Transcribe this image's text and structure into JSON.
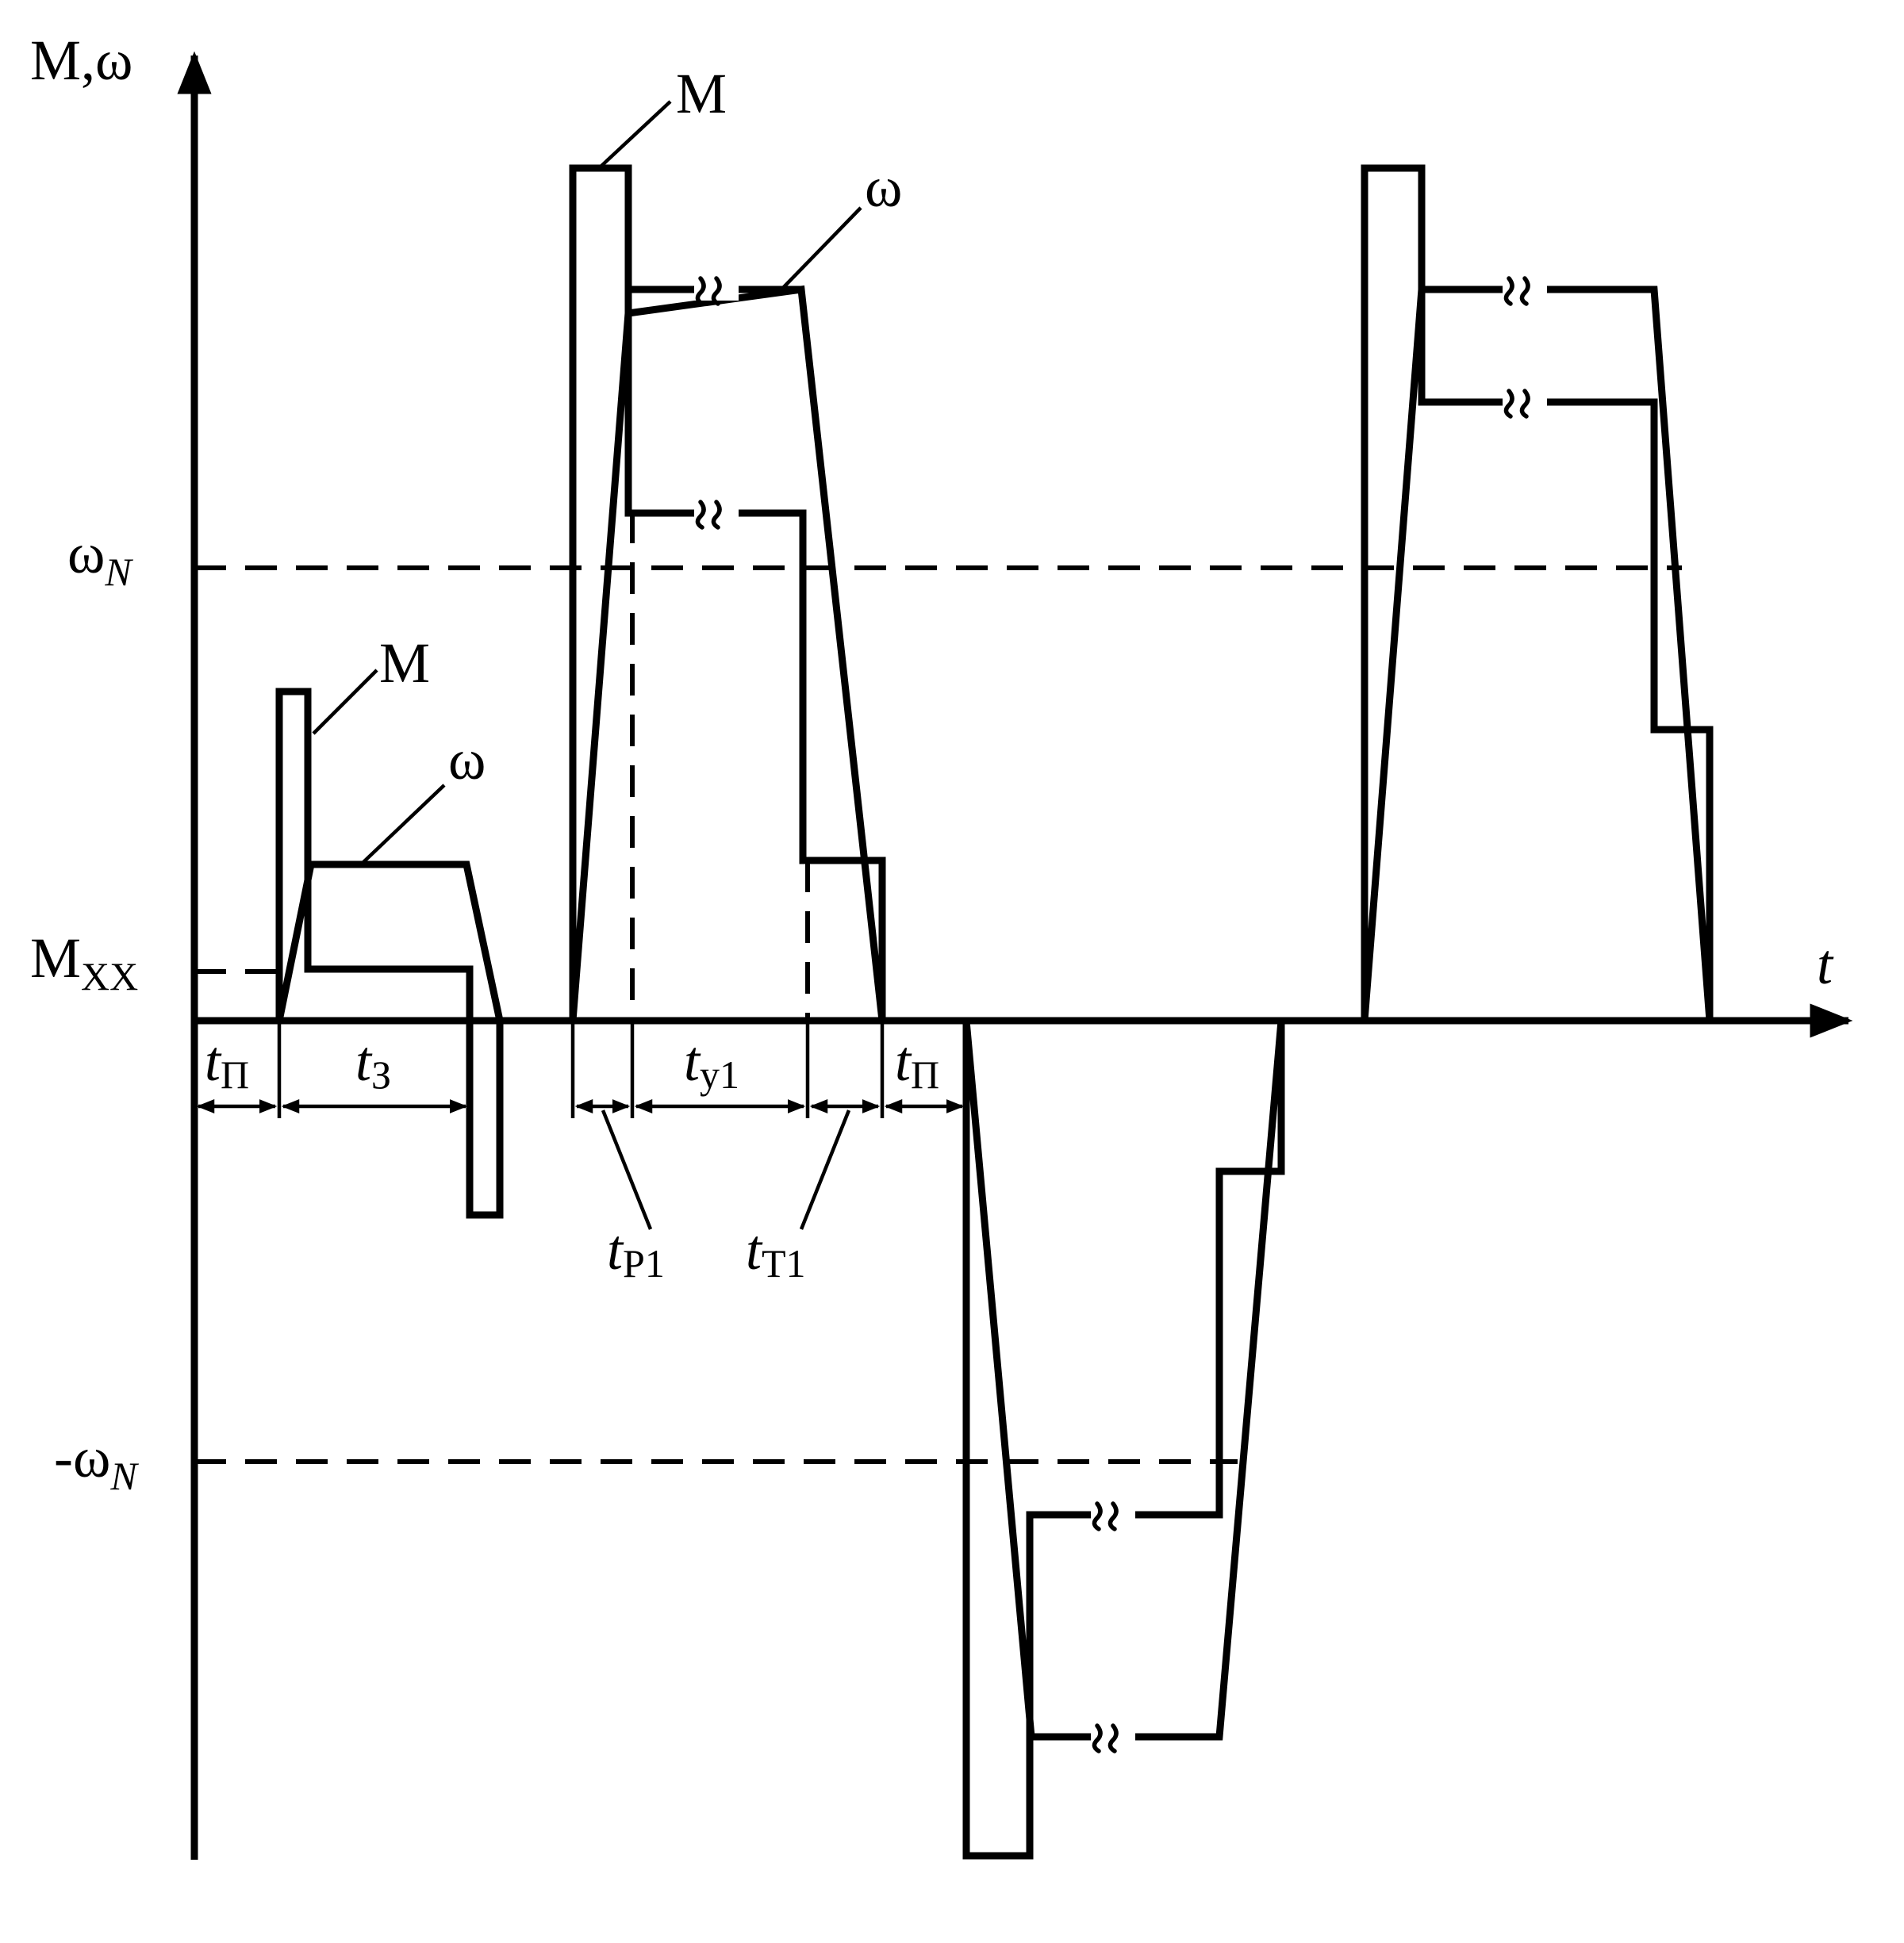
{
  "axes": {
    "y_label": "M,ω",
    "x_label": "t"
  },
  "levels": {
    "omega_n": {
      "main": "ω",
      "sub": "N"
    },
    "neg_omega_n": {
      "main": "-ω",
      "sub": "N"
    },
    "m_xx": {
      "main": "M",
      "sub": "XX"
    }
  },
  "curve_labels": {
    "m_small": "M",
    "omega_small": "ω",
    "m_big": "M",
    "omega_big": "ω"
  },
  "intervals": {
    "t_p_first": {
      "main": "t",
      "sub": "П"
    },
    "t_z": {
      "main": "t",
      "sub": "З"
    },
    "t_p1": {
      "main": "t",
      "sub": "P1"
    },
    "t_y1": {
      "main": "t",
      "sub": "y1"
    },
    "t_t1": {
      "main": "t",
      "sub": "T1"
    },
    "t_p_second": {
      "main": "t",
      "sub": "П"
    }
  },
  "break_marks": {
    "symbol": "≈"
  }
}
